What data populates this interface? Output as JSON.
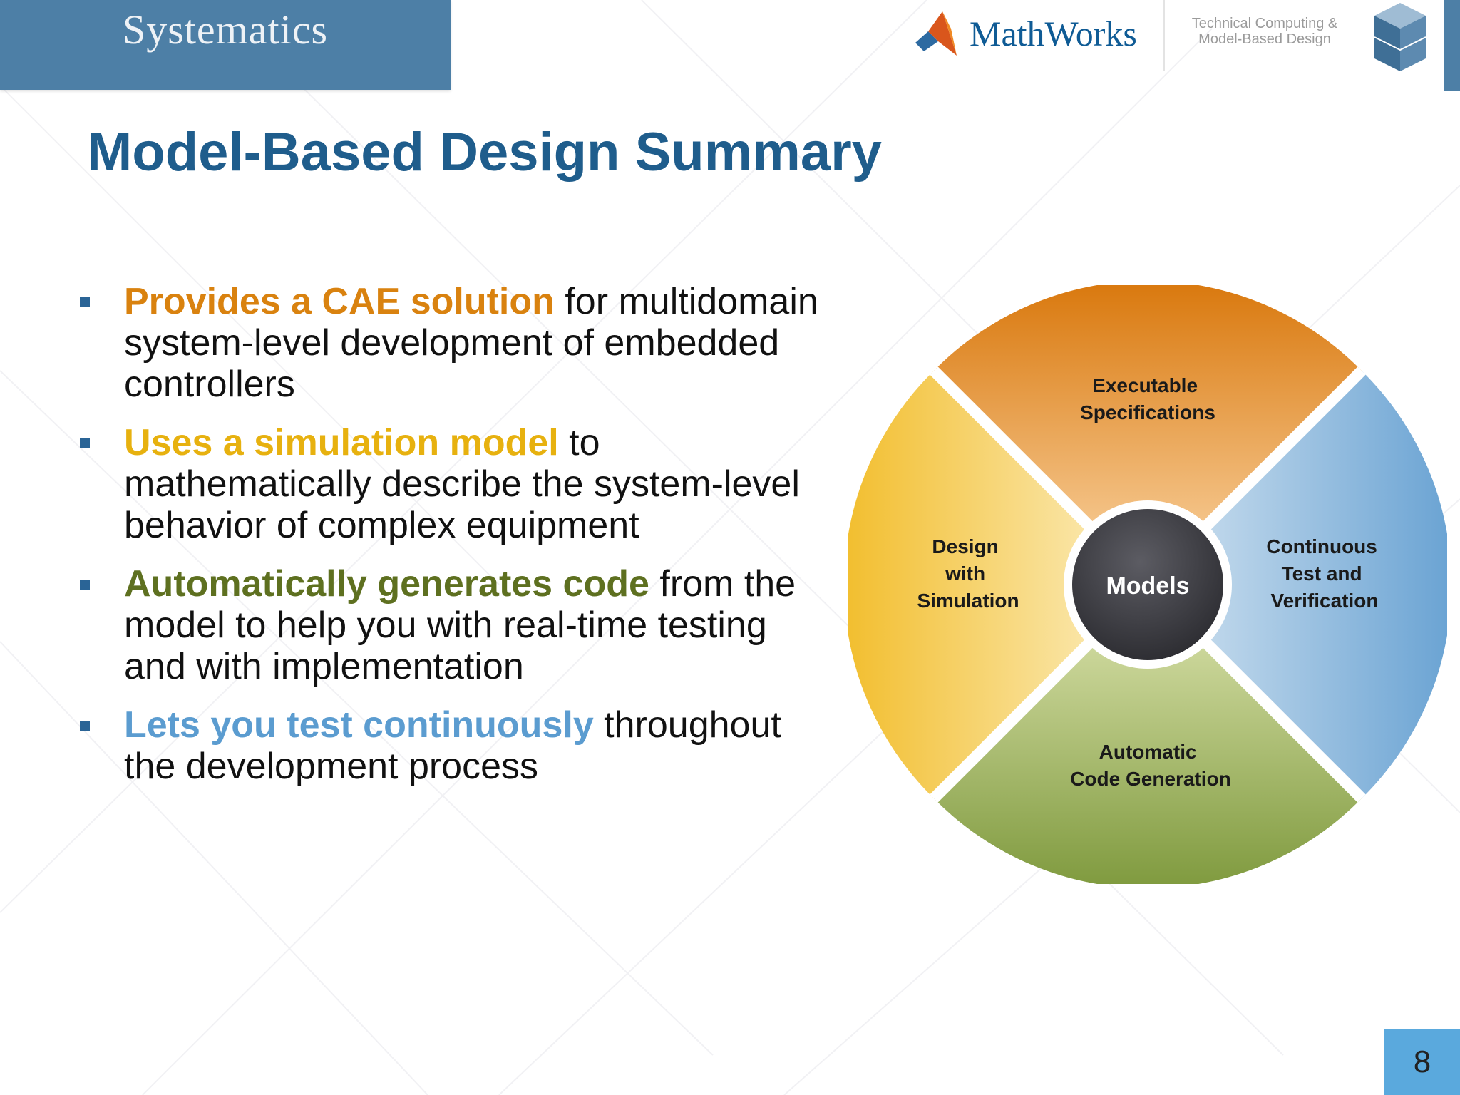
{
  "header": {
    "brand": "Systematics",
    "partner": "MathWorks",
    "tagline": [
      "Technical Computing &",
      "Model-Based Design"
    ]
  },
  "title": "Model-Based Design Summary",
  "bullets": [
    {
      "highlight": "Provides a CAE solution",
      "rest": " for multidomain system-level development of embedded controllers",
      "color": "#d9820f"
    },
    {
      "highlight": "Uses a simulation model",
      "rest": " to mathematically describe the system-level behavior of complex equipment",
      "color": "#e7b10f"
    },
    {
      "highlight": "Automatically generates code",
      "rest": " from the model to help you with real-time testing and with implementation",
      "color": "#5e7020"
    },
    {
      "highlight": "Lets you test continuously",
      "rest": " throughout the development process",
      "color": "#5b9cd0"
    }
  ],
  "diagram": {
    "center": "Models",
    "segments": {
      "top": [
        "Executable",
        "Specifications"
      ],
      "left": [
        "Design",
        "with",
        "Simulation"
      ],
      "right": [
        "Continuous",
        "Test and",
        "Verification"
      ],
      "bottom": [
        "Automatic",
        "Code Generation"
      ]
    },
    "colors": {
      "top": "#e0891c",
      "left": "#f4c43b",
      "right": "#7aaed6",
      "bottom": "#8fa247",
      "center": "#3e3e44"
    }
  },
  "page_number": "8"
}
